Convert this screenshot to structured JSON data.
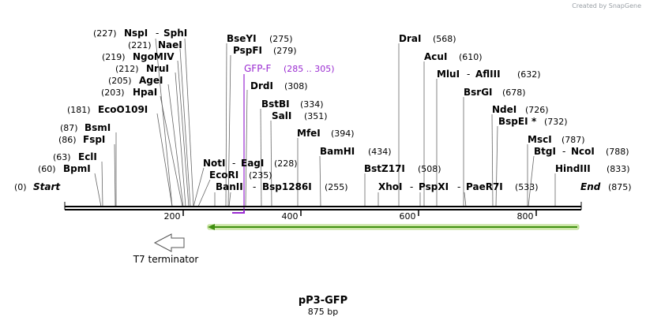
{
  "credit": "Created by SnapGene",
  "plasmid": {
    "name": "pP3-GFP",
    "length_label": "875 bp"
  },
  "ends": {
    "start_label": "Start",
    "start_pos": "(0)",
    "end_label": "End",
    "end_pos": "(875)"
  },
  "ruler": {
    "ticks": [
      "200",
      "400",
      "600",
      "800"
    ]
  },
  "features": {
    "t7_label": "T7 terminator"
  },
  "primer": {
    "name": "GFP-F",
    "range": "(285 .. 305)"
  },
  "sites": [
    {
      "name": "NspI",
      "pos": "(227)"
    },
    {
      "name": "SphI",
      "pos": ""
    },
    {
      "name": "NaeI",
      "pos": "(221)"
    },
    {
      "name": "NgoMIV",
      "pos": "(219)"
    },
    {
      "name": "NruI",
      "pos": "(212)"
    },
    {
      "name": "AgeI",
      "pos": "(205)"
    },
    {
      "name": "HpaI",
      "pos": "(203)"
    },
    {
      "name": "EcoO109I",
      "pos": "(181)"
    },
    {
      "name": "BsmI",
      "pos": "(87)"
    },
    {
      "name": "FspI",
      "pos": "(86)"
    },
    {
      "name": "EclI",
      "pos": "(63)"
    },
    {
      "name": "BpmI",
      "pos": "(60)"
    },
    {
      "name": "BseYI",
      "pos": "(275)"
    },
    {
      "name": "PspFI",
      "pos": "(279)"
    },
    {
      "name": "DrdI",
      "pos": "(308)"
    },
    {
      "name": "BstBI",
      "pos": "(334)"
    },
    {
      "name": "SalI",
      "pos": "(351)"
    },
    {
      "name": "MfeI",
      "pos": "(394)"
    },
    {
      "name": "BamHI",
      "pos": "(434)"
    },
    {
      "name": "NotI",
      "pos": ""
    },
    {
      "name": "EagI",
      "pos": "(228)"
    },
    {
      "name": "EcoRI",
      "pos": "(235)"
    },
    {
      "name": "BanII",
      "pos": ""
    },
    {
      "name": "Bsp1286I",
      "pos": "(255)"
    },
    {
      "name": "DraI",
      "pos": "(568)"
    },
    {
      "name": "AcuI",
      "pos": "(610)"
    },
    {
      "name": "MluI",
      "pos": ""
    },
    {
      "name": "AflIII",
      "pos": "(632)"
    },
    {
      "name": "BsrGI",
      "pos": "(678)"
    },
    {
      "name": "NdeI",
      "pos": "(726)"
    },
    {
      "name": "BspEI",
      "pos": "(732)",
      "mark": "*"
    },
    {
      "name": "MscI",
      "pos": "(787)"
    },
    {
      "name": "BtgI",
      "pos": ""
    },
    {
      "name": "NcoI",
      "pos": "(788)"
    },
    {
      "name": "HindIII",
      "pos": "(833)"
    },
    {
      "name": "BstZ17I",
      "pos": "(508)"
    },
    {
      "name": "XhoI",
      "pos": ""
    },
    {
      "name": "PspXI",
      "pos": ""
    },
    {
      "name": "PaeR7I",
      "pos": "(533)"
    }
  ],
  "sep": "-",
  "colors": {
    "primer": "#9a2bd1",
    "gfp_fill": "#d4ecb0",
    "gfp_arrow": "#3f8f10",
    "t7_stroke": "#555555"
  }
}
